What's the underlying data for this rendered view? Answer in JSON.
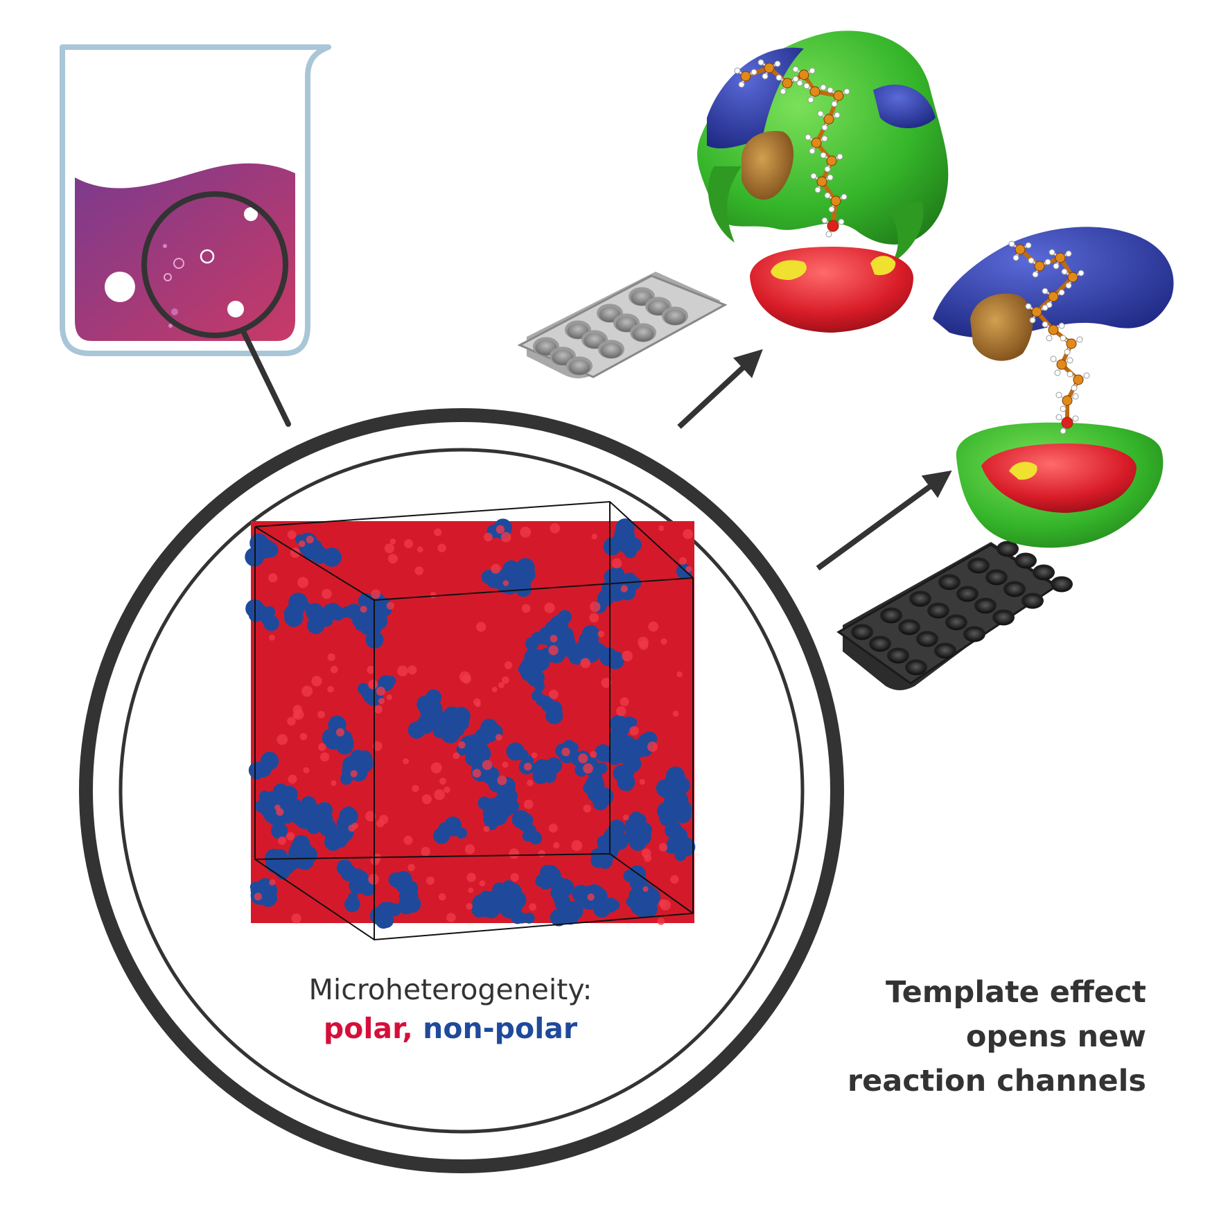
{
  "micro": {
    "line1": "Microheterogeneity:",
    "polar": "polar,",
    "nonpolar": "non-polar"
  },
  "template": {
    "line1": "Template effect",
    "line2": "opens new",
    "line3": "reaction channels"
  },
  "colors": {
    "polar": "#d4103a",
    "nonpolar": "#1f4a9c",
    "ink": "#333333",
    "beaker_outline": "#a9c6d8",
    "liquid_top": "#7a3a8e",
    "liquid_bottom": "#c03a6a",
    "green_isosurface": "#3bbf2a",
    "red_isosurface": "#d81c28",
    "blue_isosurface": "#2a3aa8",
    "yellow_isosurface": "#f0e030",
    "carbon": "#e08a1a",
    "hydrogen": "#ffffff",
    "oxygen": "#e02020"
  },
  "icons": {
    "beaker": "beaker-icon",
    "magnifier": "magnifier-icon",
    "tray_small": "donut-baking-tray-icon",
    "tray_large": "muffin-baking-tray-icon"
  }
}
